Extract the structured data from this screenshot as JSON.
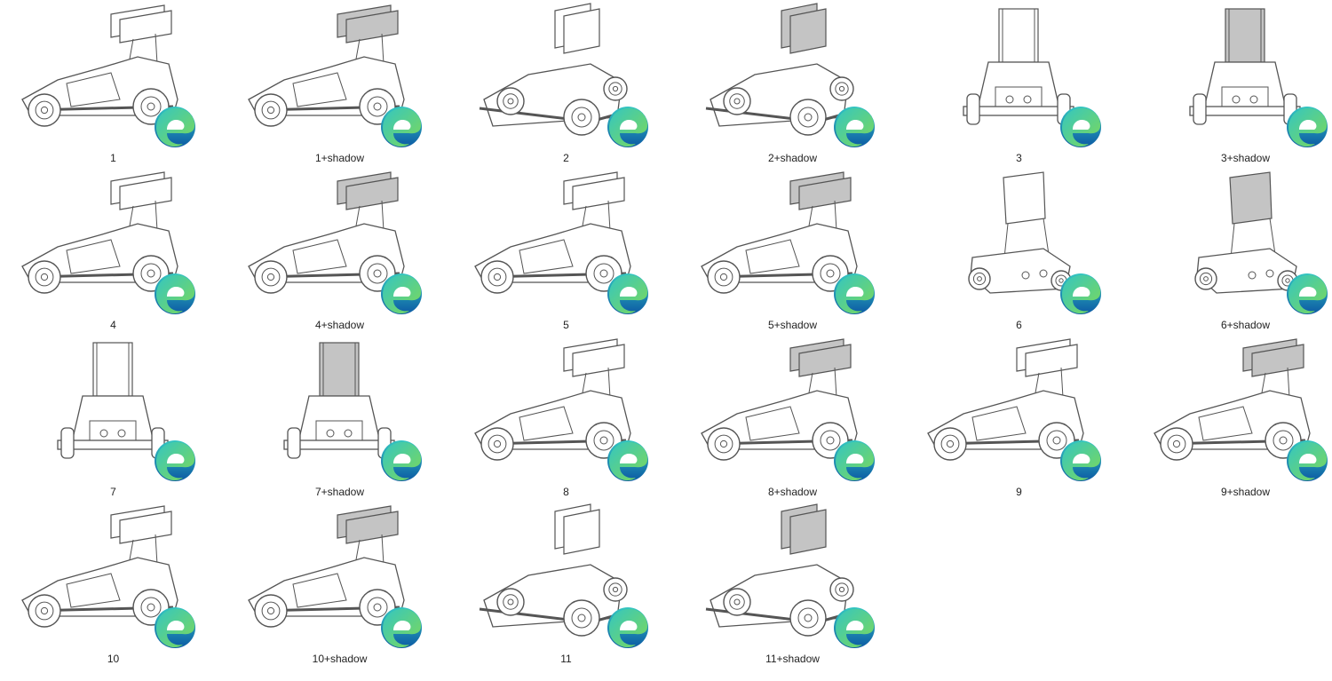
{
  "window": {
    "title": ""
  },
  "colors": {
    "background": "#ffffff",
    "label_text": "#222222",
    "sketch_stroke": "#555555",
    "shadow_fill": "#c4c4c4",
    "badge_blue": "#0c59a4",
    "badge_teal": "#34c6c1",
    "badge_green": "#7ed957"
  },
  "file_icon": {
    "name": "edge-icon"
  },
  "files": [
    {
      "label": "1",
      "view": "side-left",
      "shadow": false
    },
    {
      "label": "1+shadow",
      "view": "side-left",
      "shadow": true
    },
    {
      "label": "2",
      "view": "front-quarter",
      "shadow": false
    },
    {
      "label": "2+shadow",
      "view": "front-quarter",
      "shadow": true
    },
    {
      "label": "3",
      "view": "front",
      "shadow": false
    },
    {
      "label": "3+shadow",
      "view": "front",
      "shadow": true
    },
    {
      "label": "4",
      "view": "side-left",
      "shadow": false
    },
    {
      "label": "4+shadow",
      "view": "side-left",
      "shadow": true
    },
    {
      "label": "5",
      "view": "side-left",
      "shadow": false
    },
    {
      "label": "5+shadow",
      "view": "side-left",
      "shadow": true
    },
    {
      "label": "6",
      "view": "rear-quarter",
      "shadow": false
    },
    {
      "label": "6+shadow",
      "view": "rear-quarter",
      "shadow": true
    },
    {
      "label": "7",
      "view": "rear",
      "shadow": false
    },
    {
      "label": "7+shadow",
      "view": "rear",
      "shadow": true
    },
    {
      "label": "8",
      "view": "side-right",
      "shadow": false
    },
    {
      "label": "8+shadow",
      "view": "side-right",
      "shadow": true
    },
    {
      "label": "9",
      "view": "side-right",
      "shadow": false
    },
    {
      "label": "9+shadow",
      "view": "side-right",
      "shadow": true
    },
    {
      "label": "10",
      "view": "side-left",
      "shadow": false
    },
    {
      "label": "10+shadow",
      "view": "side-left",
      "shadow": true
    },
    {
      "label": "11",
      "view": "front-quarter",
      "shadow": false
    },
    {
      "label": "11+shadow",
      "view": "front-quarter",
      "shadow": true
    }
  ]
}
